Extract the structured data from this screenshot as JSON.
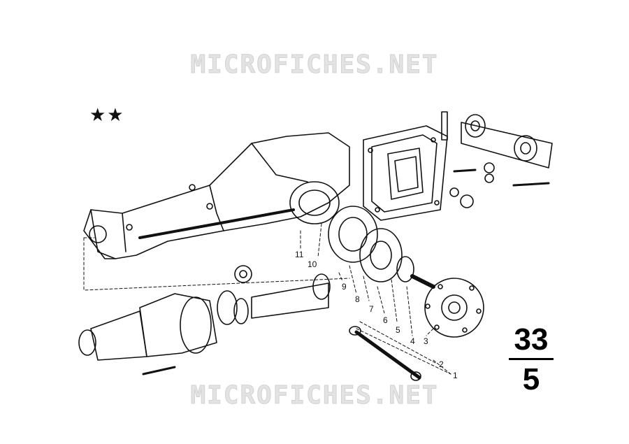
{
  "watermark": {
    "top": "MICROFICHES.NET",
    "bottom": "MICROFICHES.NET"
  },
  "symbols": {
    "stars": "★★"
  },
  "group_code": {
    "group": "33",
    "subgroup": "5"
  },
  "callouts": [
    {
      "n": "1"
    },
    {
      "n": "2"
    },
    {
      "n": "3"
    },
    {
      "n": "4"
    },
    {
      "n": "5"
    },
    {
      "n": "6"
    },
    {
      "n": "7"
    },
    {
      "n": "8"
    },
    {
      "n": "9"
    },
    {
      "n": "10"
    },
    {
      "n": "11"
    }
  ],
  "colors": {
    "ink": "#111111",
    "paper": "#ffffff",
    "watermark": "#e3e3e3"
  }
}
